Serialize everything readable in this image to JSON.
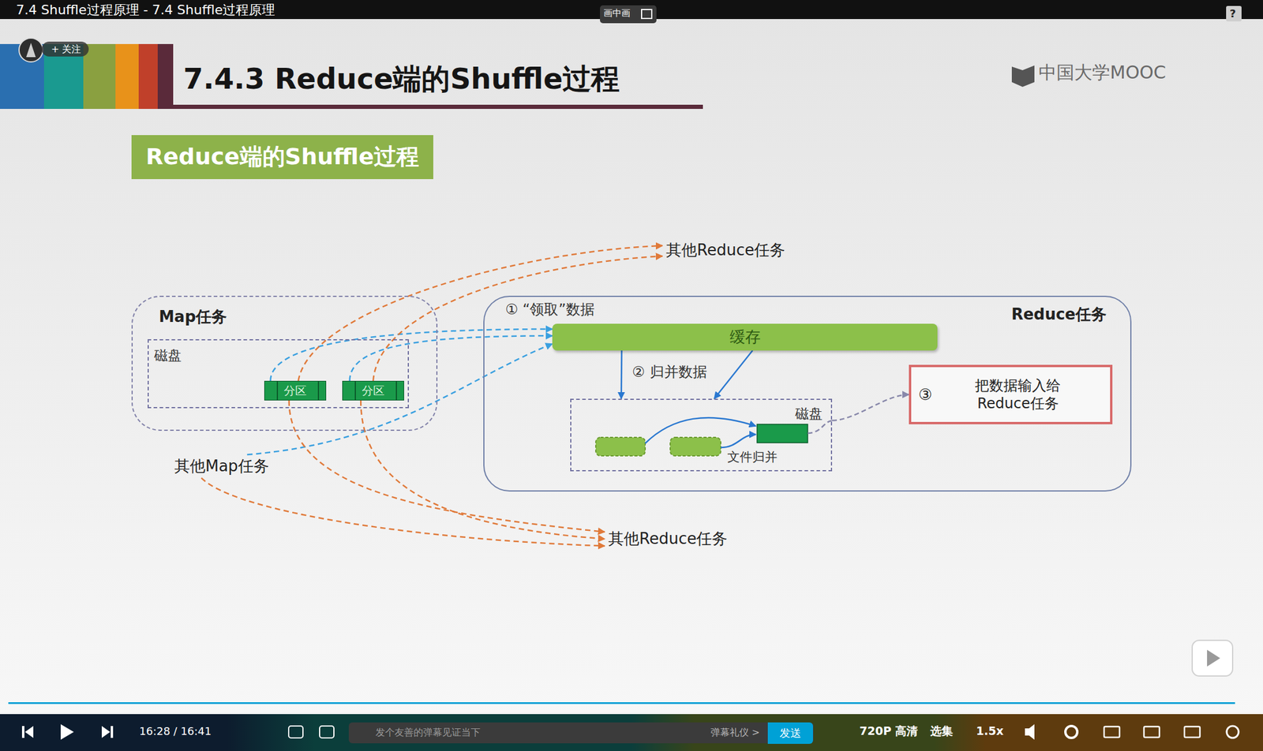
{
  "diagram": {
    "title": "7.4.3 Reduce端的Shuffle过程",
    "nodes": [
      {
        "text": [
          "Reduce端的Shuffle过程"
        ]
      },
      {
        "text": [
          "其他Reduce任务"
        ]
      },
      {
        "text": [
          "Map任务"
        ]
      },
      {
        "text": [
          "磁盘"
        ],
        "in": 2
      },
      {
        "text": [
          "分区"
        ],
        "in": 3
      },
      {
        "text": [
          "分区"
        ],
        "in": 3
      },
      {
        "text": [
          "Reduce任务"
        ]
      },
      {
        "text": [
          "缓存"
        ],
        "in": 6
      },
      {
        "text": [
          "磁盘"
        ],
        "in": 6
      },
      {
        "text": [
          "③",
          "把数据输入给 Reduce任务"
        ],
        "in": 6
      },
      {
        "text": [
          "其他Map任务"
        ]
      },
      {
        "text": [
          "其他Reduce任务"
        ]
      }
    ],
    "edges": [
      {
        "from": 4,
        "to": 7,
        "arrow": "to"
      },
      {
        "from": 5,
        "to": 7,
        "arrow": "to"
      },
      {
        "from": 10,
        "to": 7,
        "arrow": "to"
      },
      {
        "from": 4,
        "to": 1,
        "arrow": "to"
      },
      {
        "from": 5,
        "to": 1,
        "arrow": "to"
      },
      {
        "from": 4,
        "to": 11,
        "arrow": "to"
      },
      {
        "from": 5,
        "to": 11,
        "arrow": "to"
      },
      {
        "from": 10,
        "to": 11,
        "arrow": "to"
      },
      {
        "from": 7,
        "to": 8,
        "arrow": "to"
      },
      {
        "from": 7,
        "to": 8,
        "arrow": "to"
      },
      {
        "from": 8,
        "to": 9,
        "arrow": "to"
      }
    ],
    "labels": [
      "7.4 Shuffle过程原理 - 7.4 Shuffle过程原理",
      "画中画",
      "?",
      "+ 关注",
      "中国大学MOOC",
      "①",
      "“领取”数据",
      "②",
      "归并数据",
      "文件归并",
      "16:28 / 16:41",
      "发个友善的弹幕见证当下",
      "弹幕礼仪 >",
      "发送",
      "720P 高清",
      "选集",
      "1.5x"
    ]
  }
}
